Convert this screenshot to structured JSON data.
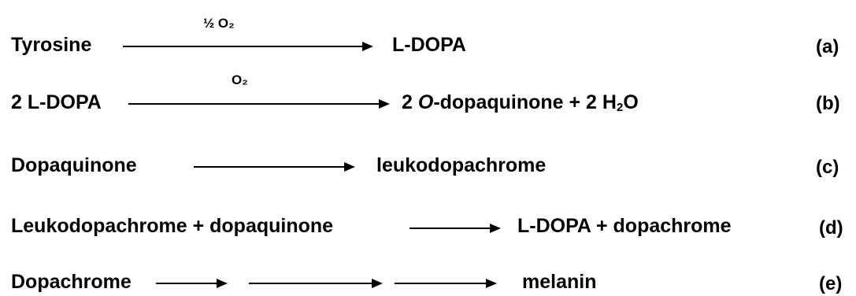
{
  "reactions": [
    {
      "reactant": "Tyrosine",
      "condition": "½ O₂",
      "product": "L-DOPA",
      "label": "(a)"
    },
    {
      "reactant": "2 L-DOPA",
      "condition": "O₂",
      "product_prefix": "2 ",
      "product_italic": "O",
      "product_mid": "-dopaquinone + 2 H",
      "product_sub": "2",
      "product_suffix": "O",
      "label": "(b)"
    },
    {
      "reactant": "Dopaquinone",
      "product": "leukodopachrome",
      "label": "(c)"
    },
    {
      "reactant": "Leukodopachrome + dopaquinone",
      "product": "L-DOPA + dopachrome",
      "label": "(d)"
    },
    {
      "reactant": "Dopachrome",
      "product": "melanin",
      "label": "(e)"
    }
  ]
}
